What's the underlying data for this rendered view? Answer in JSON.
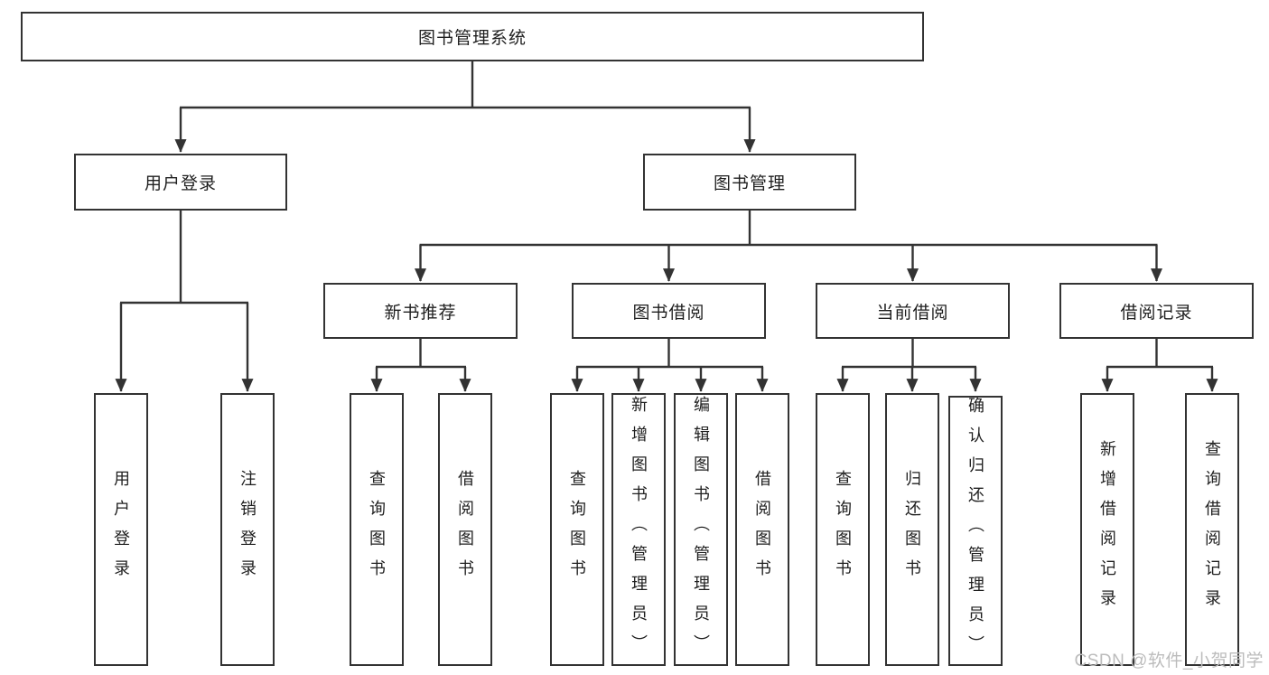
{
  "diagram": {
    "root": {
      "label": "图书管理系统"
    },
    "level2": [
      {
        "label": "用户登录"
      },
      {
        "label": "图书管理"
      }
    ],
    "level3": [
      {
        "label": "新书推荐"
      },
      {
        "label": "图书借阅"
      },
      {
        "label": "当前借阅"
      },
      {
        "label": "借阅记录"
      }
    ],
    "leaves": {
      "user_login": [
        "用户登录",
        "注销登录"
      ],
      "new_book": [
        "查询图书",
        "借阅图书"
      ],
      "book_borrow": [
        "查询图书",
        "新增图书（管理员）",
        "编辑图书（管理员）",
        "借阅图书"
      ],
      "current_borrow": [
        "查询图书",
        "归还图书",
        "确认归还（管理员）"
      ],
      "borrow_record": [
        "新增借阅记录",
        "查询借阅记录"
      ]
    }
  },
  "watermark": {
    "text": "CSDN @软件_小贺同学"
  },
  "colors": {
    "line": "#333333",
    "box_border": "#333333",
    "text": "#1f1f1f",
    "watermark": "#bcbcbc",
    "background": "#ffffff"
  }
}
